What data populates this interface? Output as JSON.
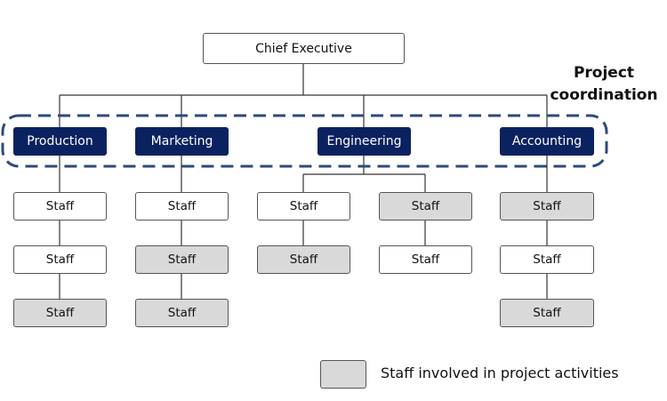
{
  "chief": {
    "label": "Chief Executive"
  },
  "departments": [
    {
      "label": "Production"
    },
    {
      "label": "Marketing"
    },
    {
      "label": "Engineering"
    },
    {
      "label": "Accounting"
    }
  ],
  "staff_label": "Staff",
  "staff_columns": [
    {
      "department": "Production",
      "boxes": [
        false,
        false,
        true
      ]
    },
    {
      "department": "Marketing",
      "boxes": [
        false,
        true,
        true
      ]
    },
    {
      "department": "Engineering",
      "boxes": [
        false,
        true
      ]
    },
    {
      "department": "Engineering",
      "boxes": [
        true,
        false
      ]
    },
    {
      "department": "Accounting",
      "boxes": [
        true,
        false,
        true
      ]
    }
  ],
  "project": {
    "label_line1": "Project",
    "label_line2": "coordination"
  },
  "legend": {
    "text": "Staff involved in project activities"
  },
  "colors": {
    "department_fill": "#0b2260",
    "shaded_fill": "#d9d9d9",
    "dashed_outline": "#2e4a7a",
    "connector": "#333333"
  }
}
